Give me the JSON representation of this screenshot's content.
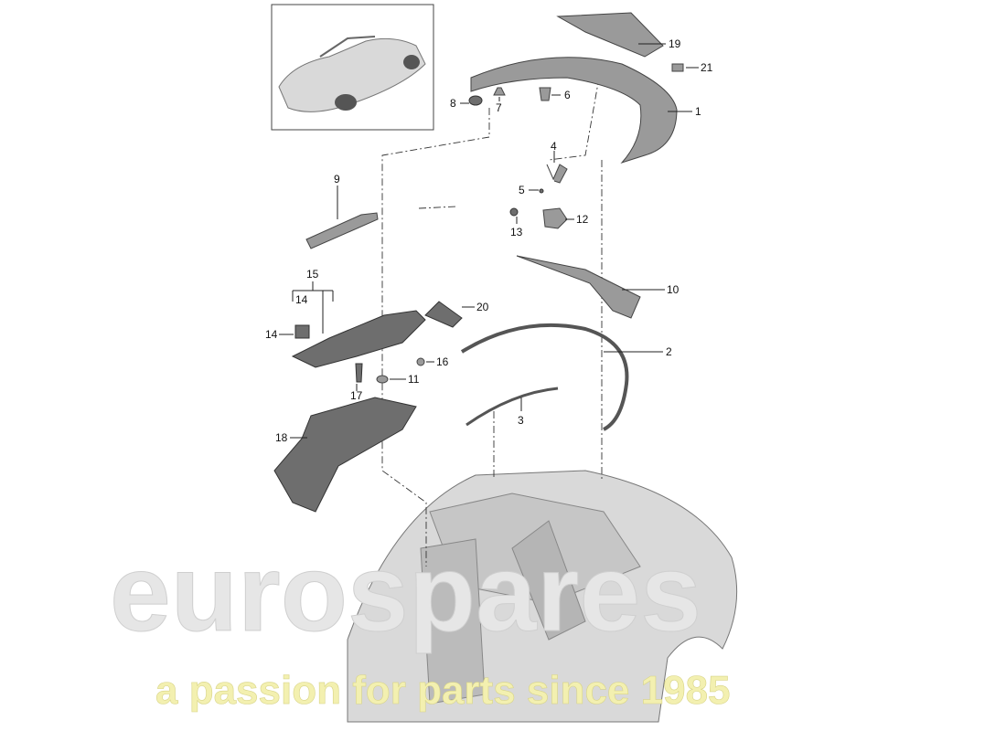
{
  "diagram": {
    "watermark": {
      "brand": "eurospares",
      "tagline": "a passion for parts since 1985",
      "brand_color": "#e6e6e6",
      "tagline_color": "#f3f0b0"
    },
    "inset": {
      "subject": "convertible-car-overview"
    },
    "callouts": [
      {
        "id": "19",
        "label": "19"
      },
      {
        "id": "21",
        "label": "21"
      },
      {
        "id": "1",
        "label": "1"
      },
      {
        "id": "8",
        "label": "8"
      },
      {
        "id": "7",
        "label": "7"
      },
      {
        "id": "6",
        "label": "6"
      },
      {
        "id": "4",
        "label": "4"
      },
      {
        "id": "5",
        "label": "5"
      },
      {
        "id": "12",
        "label": "12"
      },
      {
        "id": "13",
        "label": "13"
      },
      {
        "id": "9",
        "label": "9"
      },
      {
        "id": "15",
        "label": "15"
      },
      {
        "id": "14a",
        "label": "14"
      },
      {
        "id": "14b",
        "label": "14"
      },
      {
        "id": "20",
        "label": "20"
      },
      {
        "id": "10",
        "label": "10"
      },
      {
        "id": "2",
        "label": "2"
      },
      {
        "id": "16",
        "label": "16"
      },
      {
        "id": "11",
        "label": "11"
      },
      {
        "id": "17",
        "label": "17"
      },
      {
        "id": "3",
        "label": "3"
      },
      {
        "id": "18",
        "label": "18"
      }
    ]
  }
}
